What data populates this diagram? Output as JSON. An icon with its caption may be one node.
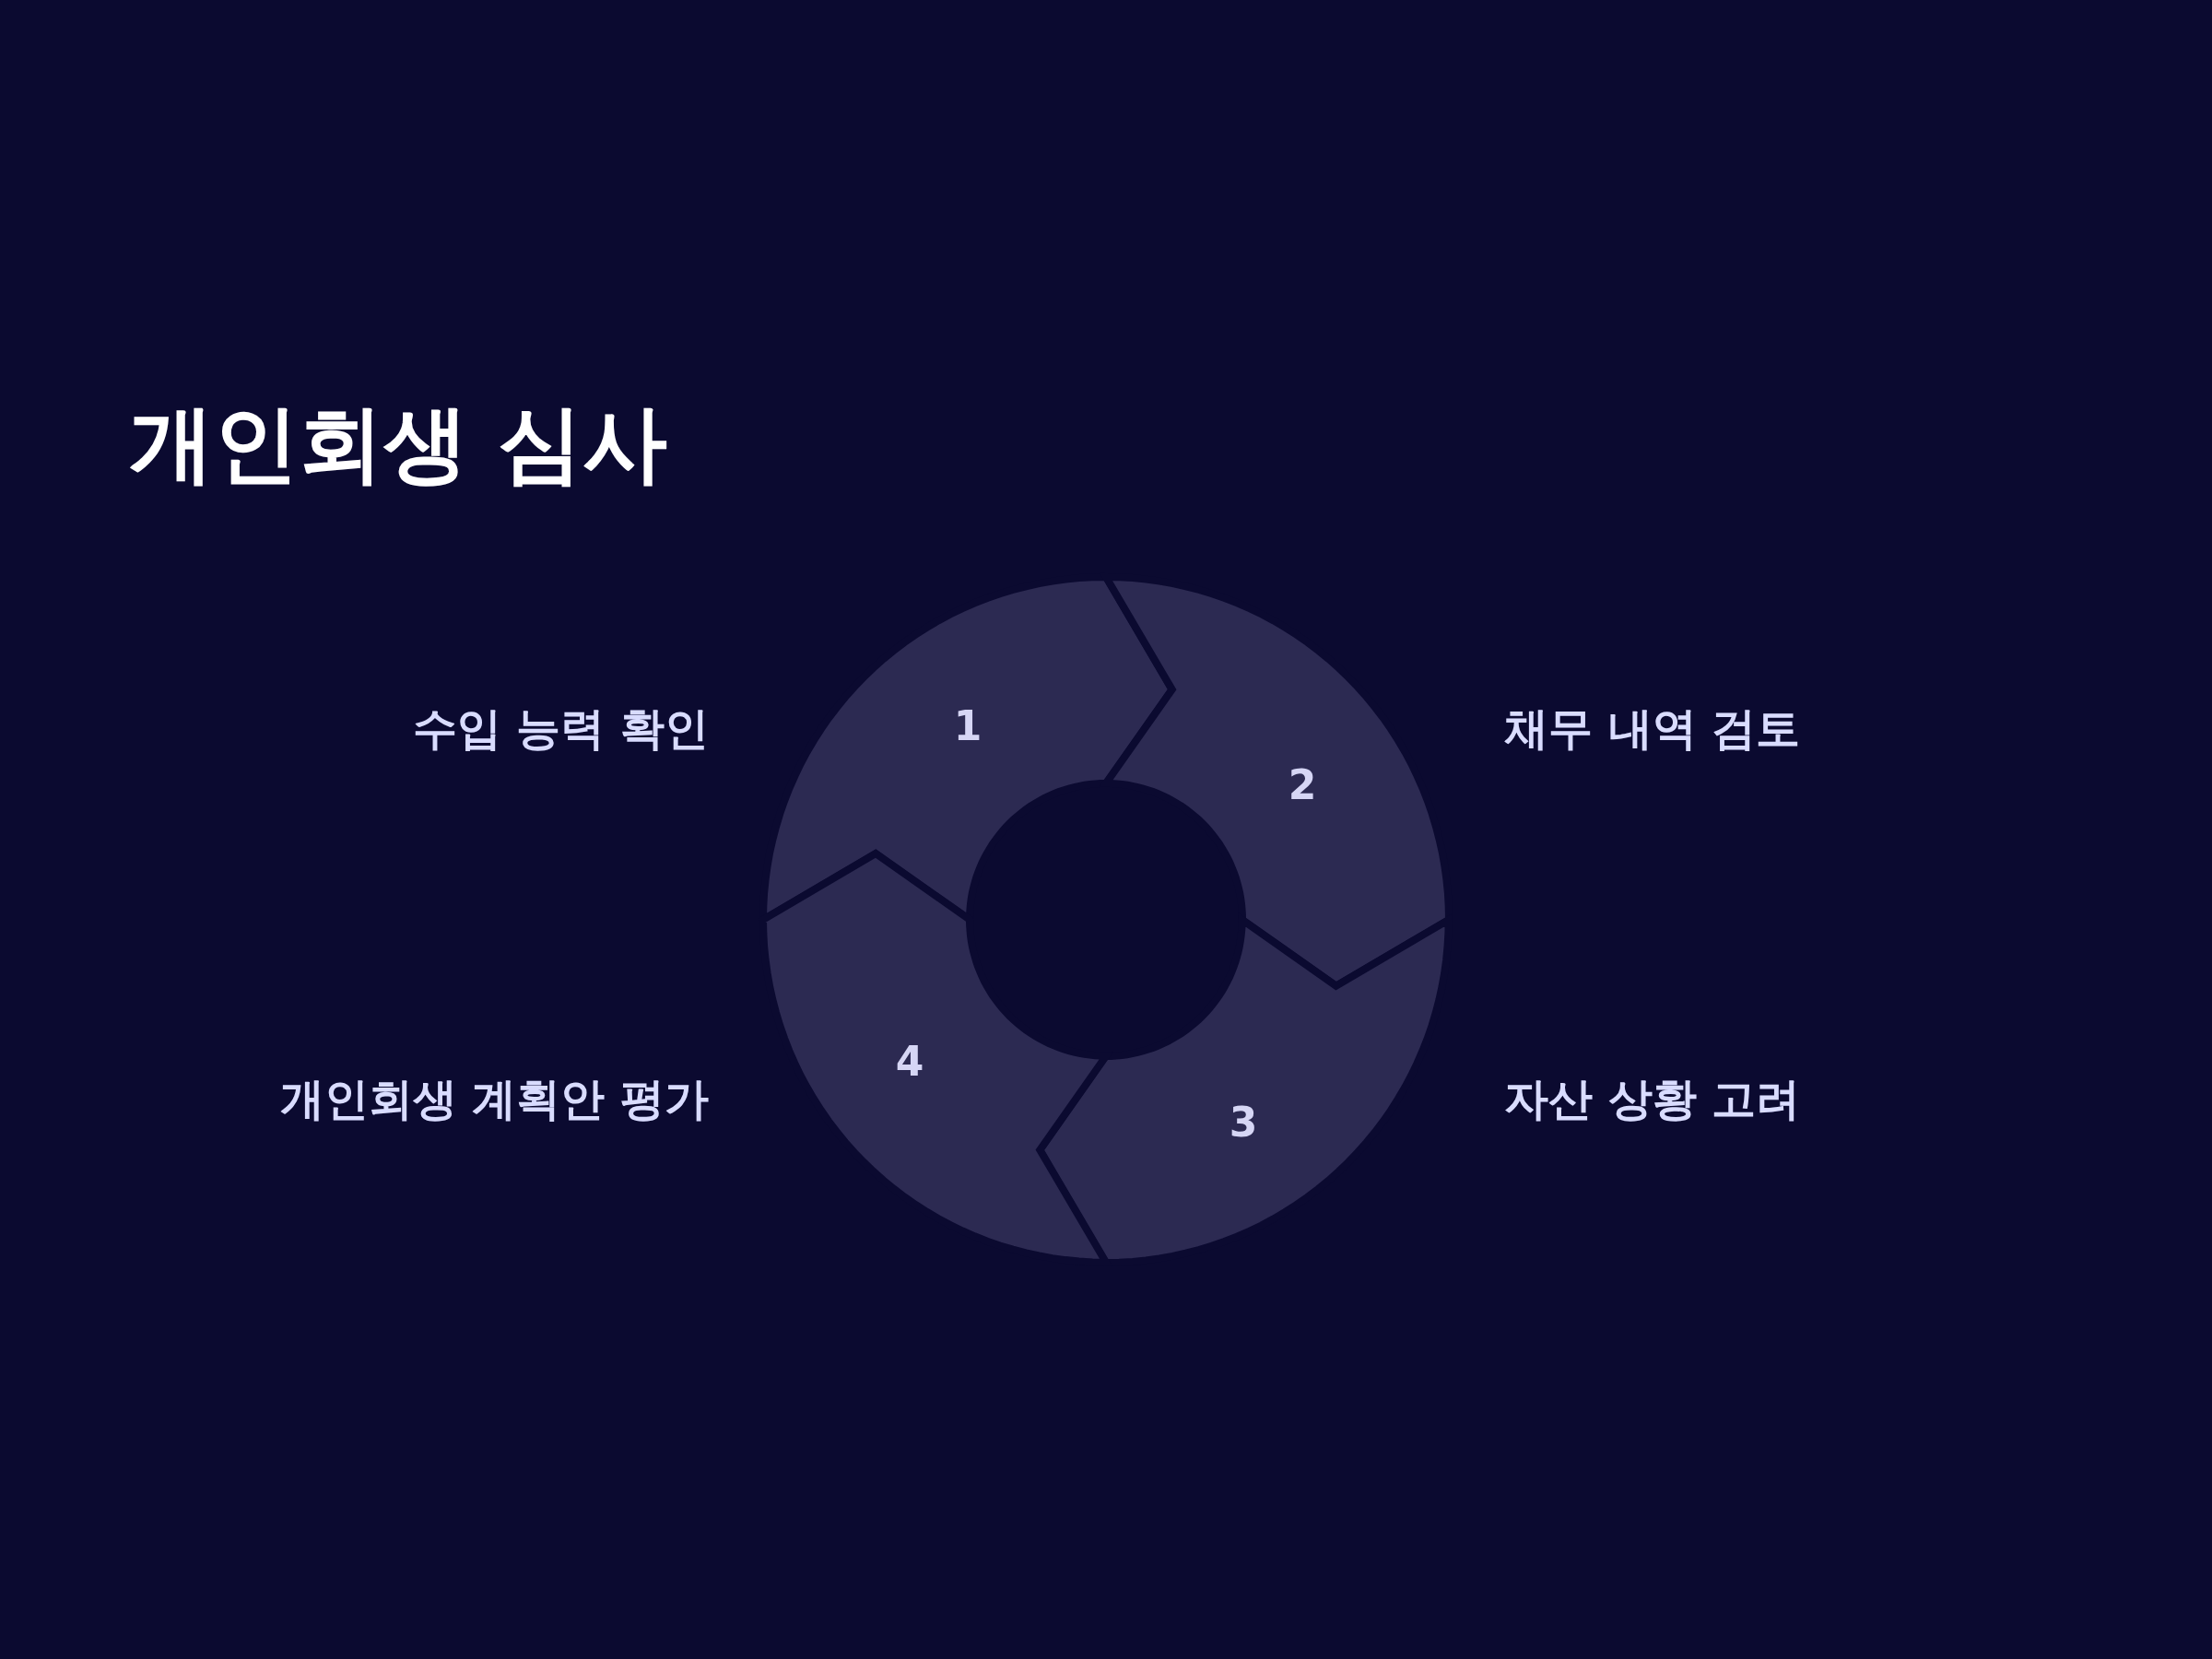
{
  "diagram": {
    "title": "개인회생 심사",
    "nodes": [
      {
        "text": [
          "1"
        ],
        "beside": [
          "수입 능력 확인"
        ]
      },
      {
        "text": [
          "2"
        ],
        "beside": [
          "채무 내역 검토"
        ]
      },
      {
        "text": [
          "3"
        ],
        "beside": [
          "자산 상황 고려"
        ]
      },
      {
        "text": [
          "4"
        ],
        "beside": [
          "개인회생 계획안 평가"
        ]
      }
    ]
  }
}
